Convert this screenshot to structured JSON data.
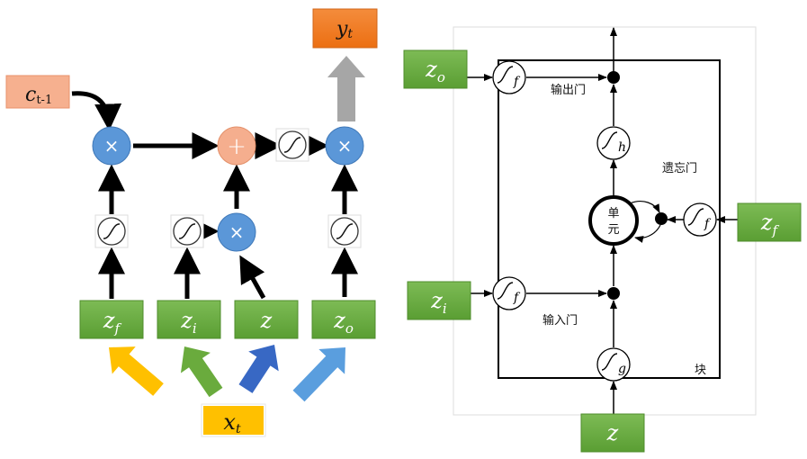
{
  "left_diagram": {
    "output": {
      "base": "y",
      "sub": "t"
    },
    "prev_cell": {
      "base": "c",
      "sub": "t-1"
    },
    "input": {
      "base": "x",
      "sub": "t"
    },
    "gates": [
      {
        "base": "z",
        "sub": "f"
      },
      {
        "base": "z",
        "sub": "i"
      },
      {
        "base": "z",
        "sub": ""
      },
      {
        "base": "z",
        "sub": "o"
      }
    ],
    "ops": {
      "multiply": "×",
      "add": "+"
    },
    "arrow_colors": [
      "#ffc000",
      "#6aab3d",
      "#3868c4",
      "#5a9ede"
    ]
  },
  "right_diagram": {
    "inputs": {
      "z_o": {
        "base": "z",
        "sub": "o"
      },
      "z_i": {
        "base": "z",
        "sub": "i"
      },
      "z_f": {
        "base": "z",
        "sub": "f"
      },
      "z": {
        "base": "z",
        "sub": ""
      }
    },
    "activations": {
      "output_gate": "f",
      "input_gate": "f",
      "forget_gate": "f",
      "cell_out": "h",
      "cell_in": "g"
    },
    "labels": {
      "output_gate": "输出门",
      "forget_gate": "遗忘门",
      "input_gate": "输入门",
      "block": "块",
      "cell_line1": "单",
      "cell_line2": "元"
    }
  },
  "colors": {
    "green": "#66aa3c",
    "blue_node": "#5b97d8",
    "salmon": "#f5ae8e",
    "orange": "#f07a1e",
    "yellow": "#ffc000",
    "gray_arrow": "#a6a6a6"
  }
}
